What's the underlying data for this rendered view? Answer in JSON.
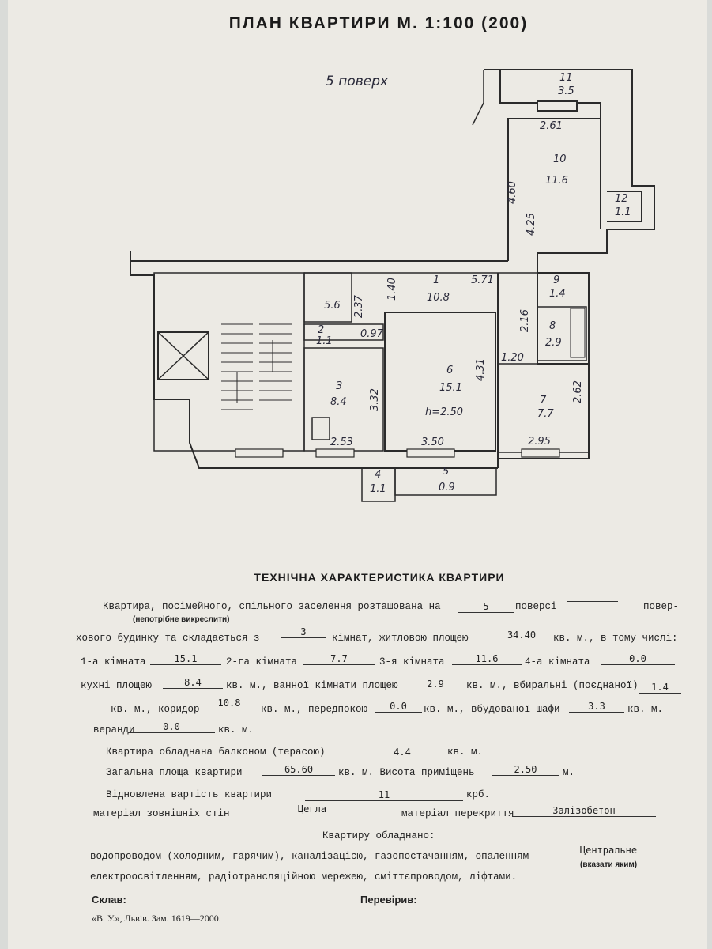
{
  "title": "ПЛАН КВАРТИРИ М. 1:100 (200)",
  "floor_note": "5 поверх",
  "rooms": [
    {
      "id": "1",
      "area": "10.8"
    },
    {
      "id": "2",
      "area": "1.1"
    },
    {
      "id": "3",
      "area": "8.4"
    },
    {
      "id": "4",
      "area": "1.1"
    },
    {
      "id": "5",
      "area": "0.9"
    },
    {
      "id": "6",
      "area": "15.1"
    },
    {
      "id": "7",
      "area": "7.7"
    },
    {
      "id": "8",
      "area": "2.9"
    },
    {
      "id": "9",
      "area": "1.4"
    },
    {
      "id": "10",
      "area": "11.6"
    },
    {
      "id": "11",
      "area": "3.5"
    },
    {
      "id": "12",
      "area": "1.1"
    }
  ],
  "dimensions": [
    "2.61",
    "4.60",
    "4.25",
    "5.71",
    "1.40",
    "2.37",
    "0.97",
    "3.32",
    "2.53",
    "3.50",
    "4.31",
    "1.20",
    "2.62",
    "2.95",
    "2.16",
    "5.6"
  ],
  "ceiling_note": "h=2.50",
  "section_title": "ТЕХНІЧНА ХАРАКТЕРИСТИКА КВАРТИРИ",
  "labels": {
    "l1a": "Квартира, посімейного, спільного заселення розташована на",
    "l1b": "поверсі",
    "l1c": "повер-",
    "strike_note": "(непотрібне викреслити)",
    "l2a": "хового будинку та складається з",
    "l2b": "кімнат, житловою площею",
    "l2c": "кв. м., в тому числі:",
    "room1": "1-а кімната",
    "room2": "2-га кімната",
    "room3": "3-я кімната",
    "room4": "4-а кімната",
    "kitchen": "кухні площею",
    "bath": "кв. м., ванної кімнати площею",
    "toilet": "кв. м., вбиральні (поєднаної)",
    "corridor": "кв. м., коридор",
    "hall": "кв. м., передпокою",
    "wardrobe": "кв. м., вбудованої шафи",
    "kvm": "кв. м.",
    "veranda": "веранди",
    "balcony": "Квартира обладнана балконом (терасою)",
    "total": "Загальна площа квартири",
    "height": "кв. м. Висота приміщень",
    "m": "м.",
    "value": "Відновлена вартість квартири",
    "krb": "крб.",
    "walls": "матеріал зовнішніх стін",
    "ceiling": "матеріал перекриття",
    "equip": "Квартиру обладнано:",
    "eq1": "водопроводом (холодним, гарячим), каналізацією, газопостачанням, опаленням",
    "eq_note": "(вказати яким)",
    "eq2": "електроосвітленням, радіотрансляційною мережею, сміттєпроводом, ліфтами.",
    "sklav": "Склав:",
    "perev": "Перевірив:",
    "printer": "«В. У.», Львів. Зам. 1619—2000."
  },
  "values": {
    "floor": "5",
    "rooms_count": "3",
    "living_area": "34.40",
    "room1": "15.1",
    "room2": "7.7",
    "room3": "11.6",
    "room4": "0.0",
    "kitchen": "8.4",
    "bath": "2.9",
    "toilet": "1.4",
    "corridor": "10.8",
    "hall": "0.0",
    "wardrobe": "3.3",
    "veranda": "0.0",
    "balcony": "4.4",
    "total": "65.60",
    "height": "2.50",
    "value": "11",
    "walls": "Цегла",
    "ceiling": "Залізобетон",
    "heating": "Центральне"
  }
}
